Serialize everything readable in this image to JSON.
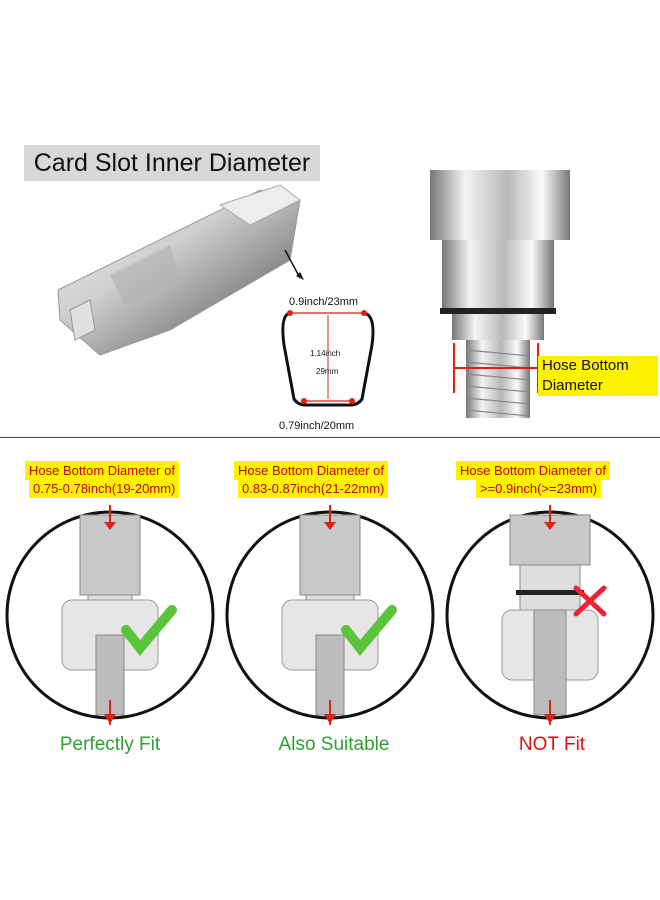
{
  "top": {
    "title": "Card Slot Inner Diameter",
    "dim_top": "0.9inch/23mm",
    "dim_height_in": "1.14inch",
    "dim_height_mm": "29mm",
    "dim_bottom": "0.79inch/20mm",
    "hose_label_line1": "Hose Bottom",
    "hose_label_line2": "Diameter"
  },
  "cases": [
    {
      "label_line1": "Hose Bottom Diameter of",
      "label_line2": "0.75-0.78inch(19-20mm)",
      "verdict": "Perfectly Fit",
      "status": "fit"
    },
    {
      "label_line1": "Hose Bottom Diameter of",
      "label_line2": "0.83-0.87inch(21-22mm)",
      "verdict": "Also Suitable",
      "status": "fit"
    },
    {
      "label_line1": "Hose Bottom Diameter of",
      "label_line2": ">=0.9inch(>=23mm)",
      "verdict": "NOT Fit",
      "status": "not-fit"
    }
  ],
  "colors": {
    "accent_red": "#dd1111",
    "highlight_yellow": "#fff200",
    "check_green": "#5cc43a"
  }
}
